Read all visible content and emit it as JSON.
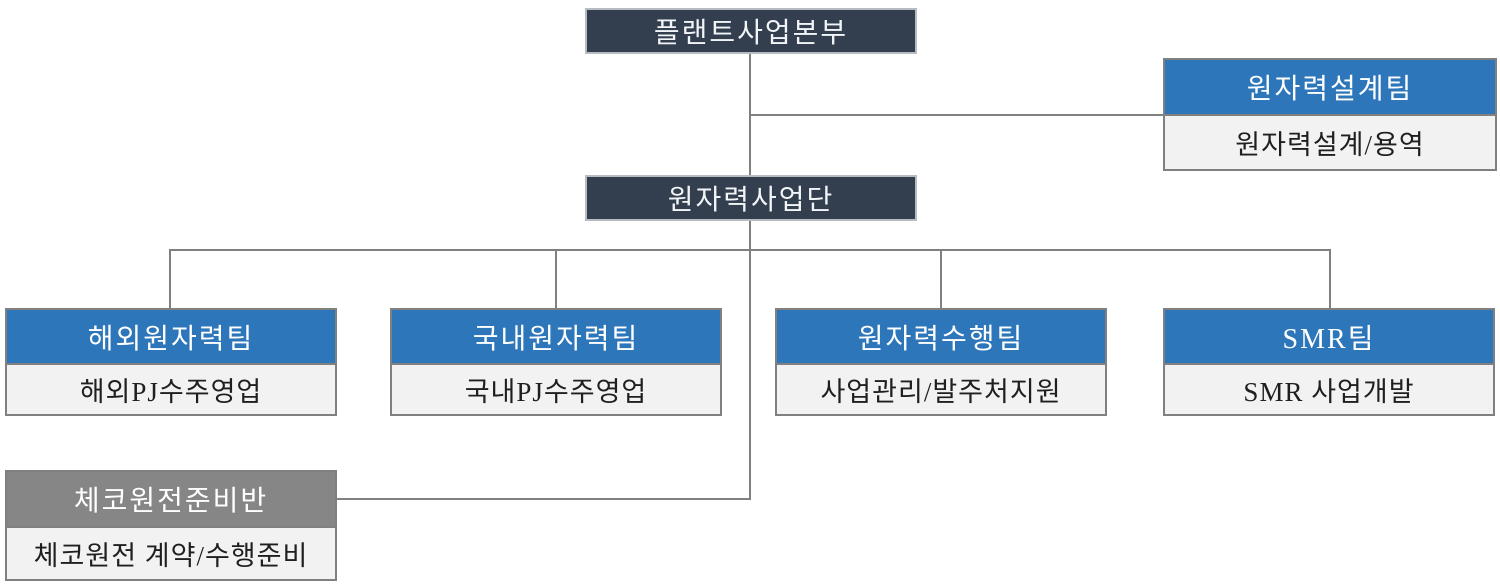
{
  "org_chart": {
    "root": {
      "label": "플랜트사업본부"
    },
    "design_team": {
      "title": "원자력설계팀",
      "role": "원자력설계/용역"
    },
    "division": {
      "label": "원자력사업단"
    },
    "teams": [
      {
        "title": "해외원자력팀",
        "role": "해외PJ수주영업"
      },
      {
        "title": "국내원자력팀",
        "role": "국내PJ수주영업"
      },
      {
        "title": "원자력수행팀",
        "role": "사업관리/발주처지원"
      },
      {
        "title": "SMR팀",
        "role": "SMR 사업개발"
      }
    ],
    "taskforce": {
      "title": "체코원전준비반",
      "role": "체코원전 계약/수행준비"
    }
  },
  "colors": {
    "navy_header": "#333e4f",
    "blue_header": "#2d76ba",
    "gray_header": "#868686",
    "light_body": "#f2f2f2",
    "connector_line": "#808080"
  }
}
